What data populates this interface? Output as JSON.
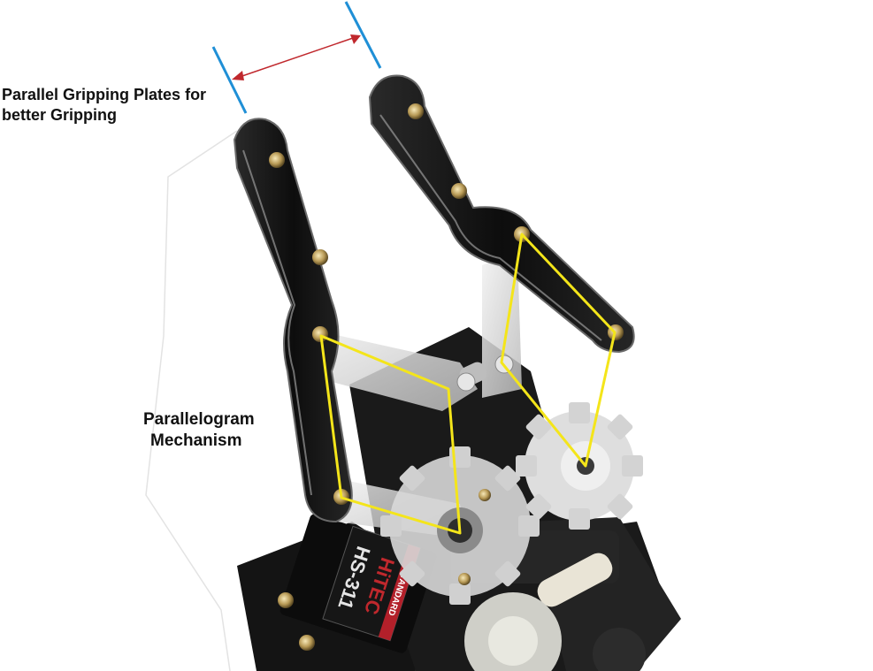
{
  "annotations": {
    "gripping_plates": {
      "line1": "Parallel Gripping Plates for",
      "line2": "better Gripping"
    },
    "mechanism": {
      "line1": "Parallelogram",
      "line2": "Mechanism"
    }
  },
  "servo": {
    "brand": "HiTEC",
    "model": "HS-311",
    "series": "STANDARD"
  },
  "colors": {
    "gap_marker": "#1f8fd6",
    "gap_arrow": "#c0282d",
    "parallelogram": "#f4e51a",
    "plate": "#151515",
    "plastic": "#dcdcdc"
  }
}
